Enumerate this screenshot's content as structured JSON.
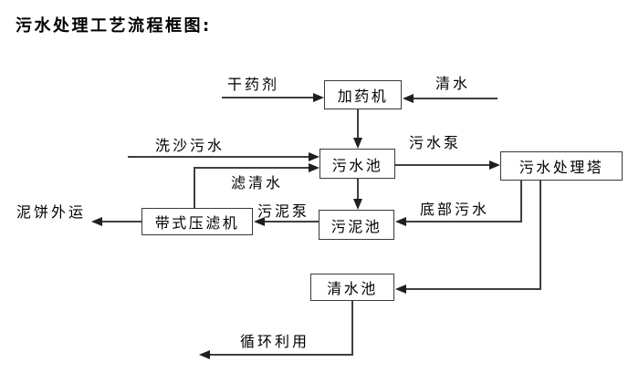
{
  "title": "污水处理工艺流程框图:",
  "nodes": {
    "dosing_machine": "加药机",
    "sewage_pool": "污水池",
    "treatment_tower": "污水处理塔",
    "sludge_pool": "污泥池",
    "belt_filter_press": "带式压滤机",
    "clean_water_pool": "清水池"
  },
  "flow_labels": {
    "dry_chemical": "干药剂",
    "clean_water": "清水",
    "sand_washing_sewage": "洗沙污水",
    "sewage_pump": "污水泵",
    "filtered_water": "滤清水",
    "sludge_pump": "污泥泵",
    "bottom_sewage": "底部污水",
    "mud_cake_transport": "泥饼外运",
    "recycling": "循环利用"
  },
  "colors": {
    "background": "#ffffff",
    "line": "#3f3f3f",
    "text": "#000000"
  }
}
